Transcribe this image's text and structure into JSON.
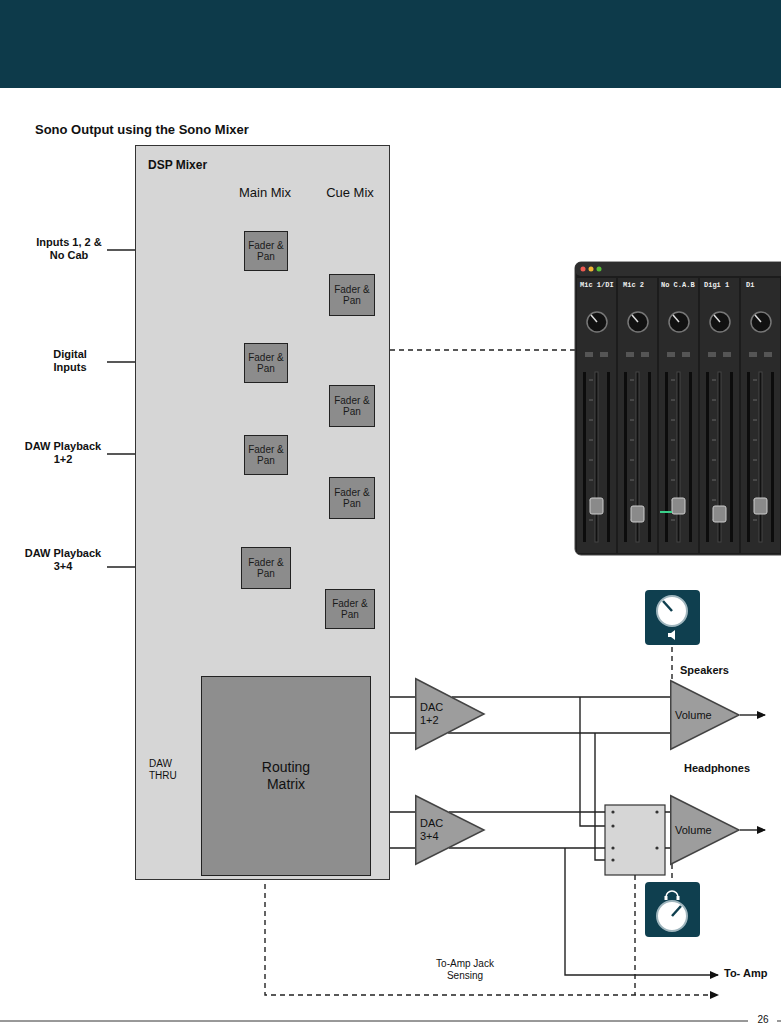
{
  "diagram": {
    "title": "Sono Output using the Sono Mixer",
    "nodes": [
      {
        "text": [
          "DSP Mixer"
        ]
      },
      {
        "text": [
          "Fader & Pan"
        ],
        "in": 0
      },
      {
        "text": [
          "Fader & Pan"
        ],
        "in": 0
      },
      {
        "text": [
          "Fader & Pan"
        ],
        "in": 0
      },
      {
        "text": [
          "Fader & Pan"
        ],
        "in": 0
      },
      {
        "text": [
          "Fader & Pan"
        ],
        "in": 0
      },
      {
        "text": [
          "Fader & Pan"
        ],
        "in": 0
      },
      {
        "text": [
          "Fader & Pan"
        ],
        "in": 0
      },
      {
        "text": [
          "Fader & Pan"
        ],
        "in": 0
      },
      {
        "text": [
          "Routing Matrix"
        ],
        "in": 0
      },
      {
        "text": [
          "DAC 1+2"
        ]
      },
      {
        "text": [
          "DAC 3+4"
        ]
      },
      {
        "text": [
          "Volume"
        ]
      },
      {
        "text": [
          "Volume"
        ]
      }
    ],
    "edges": [
      {
        "from": 1,
        "to": 3,
        "arrow": "none"
      },
      {
        "from": 3,
        "to": 5,
        "arrow": "none"
      },
      {
        "from": 5,
        "to": 7,
        "arrow": "none"
      },
      {
        "from": 7,
        "to": 9,
        "arrow": "none"
      },
      {
        "from": 2,
        "to": 4,
        "arrow": "none"
      },
      {
        "from": 4,
        "to": 6,
        "arrow": "none"
      },
      {
        "from": 6,
        "to": 8,
        "arrow": "none"
      },
      {
        "from": 8,
        "to": 9,
        "arrow": "none"
      },
      {
        "from": 9,
        "to": 10,
        "arrow": "none"
      },
      {
        "from": 9,
        "to": 11,
        "arrow": "none"
      },
      {
        "from": 10,
        "to": 12,
        "arrow": "none"
      },
      {
        "from": 11,
        "to": 13,
        "arrow": "none"
      }
    ],
    "labels": [
      "Main Mix",
      "Cue Mix",
      "Inputs 1, 2 & No Cab",
      "Digital Inputs",
      "DAW Playback 1+2",
      "DAW Playback 3+4",
      "DAW THRU",
      "Mic 1/DI",
      "Mic 2",
      "No C.A.B",
      "Digi 1",
      "Di",
      "Speakers",
      "Headphones",
      "To- Amp",
      "To-Amp Jack Sensing",
      "26"
    ]
  }
}
